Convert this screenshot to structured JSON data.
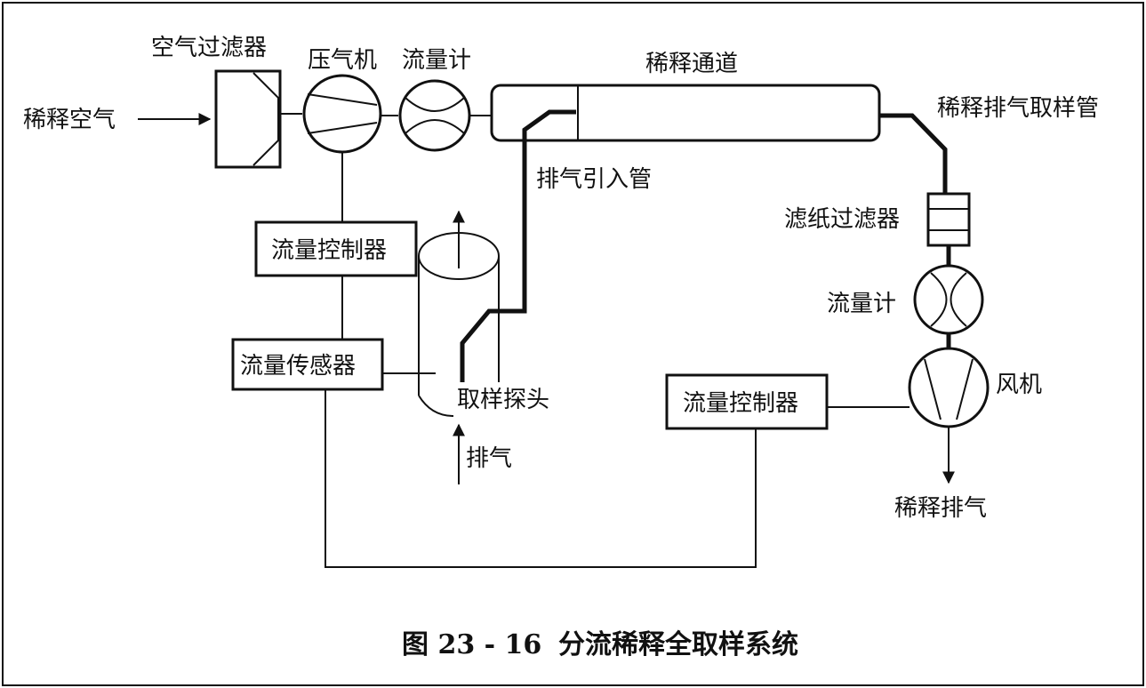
{
  "labels": {
    "air_filter": "空气过滤器",
    "compressor": "压气机",
    "flowmeter_top": "流量计",
    "dilution_tunnel": "稀释通道",
    "dilution_air": "稀释空气",
    "exhaust_sampling_tube": "稀释排气取样管",
    "exhaust_intake_tube": "排气引入管",
    "filter_paper_filter": "滤纸过滤器",
    "flowmeter_right": "流量计",
    "blower": "风机",
    "flow_controller_left": "流量控制器",
    "flow_sensor": "流量传感器",
    "sampling_probe": "取样探头",
    "exhaust": "排气",
    "flow_controller_right": "流量控制器",
    "dilute_exhaust": "稀释排气"
  },
  "caption": {
    "number": "图 23 - 16",
    "title": "分流稀释全取样系统"
  }
}
